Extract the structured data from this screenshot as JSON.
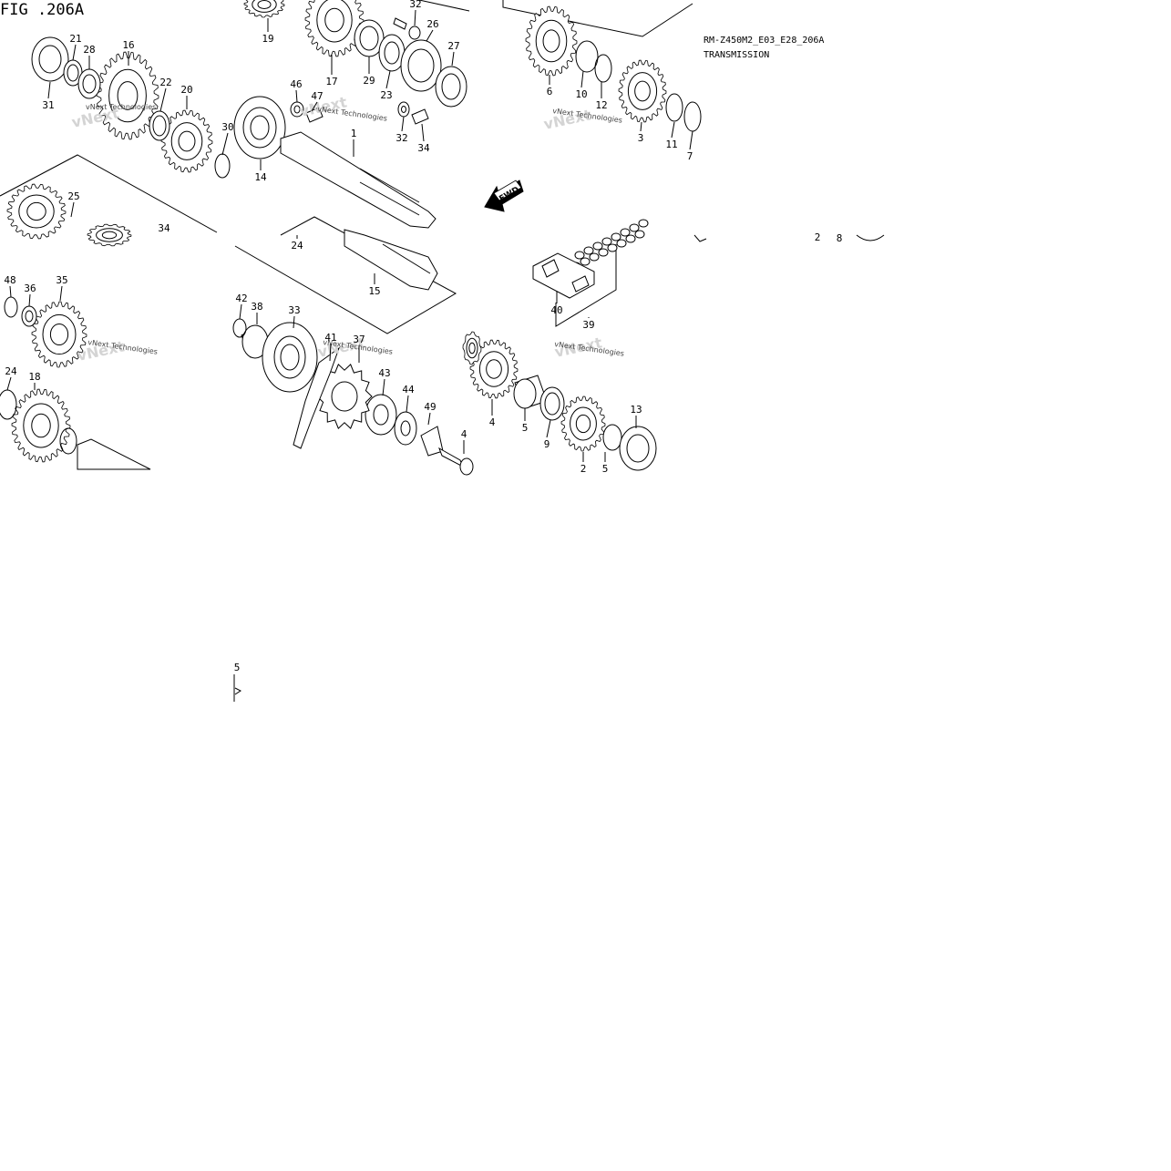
{
  "figure": {
    "title": "FIG .206A",
    "model_code": "RM-Z450M2_E03_E28_206A",
    "section_name": "TRANSMISSION"
  },
  "direction_arrow": {
    "label": "FWD"
  },
  "watermark": {
    "text": "vNext Technologies"
  },
  "callouts": [
    "1",
    "2",
    "3",
    "4",
    "5",
    "6",
    "7",
    "8",
    "9",
    "10",
    "11",
    "12",
    "13",
    "14",
    "15",
    "16",
    "17",
    "18",
    "19",
    "20",
    "21",
    "22",
    "23",
    "24",
    "25",
    "26",
    "27",
    "28",
    "29",
    "30",
    "31",
    "32",
    "33",
    "34",
    "35",
    "36",
    "37",
    "38",
    "39",
    "40",
    "41",
    "42",
    "43",
    "44",
    "46",
    "47",
    "48",
    "49"
  ]
}
